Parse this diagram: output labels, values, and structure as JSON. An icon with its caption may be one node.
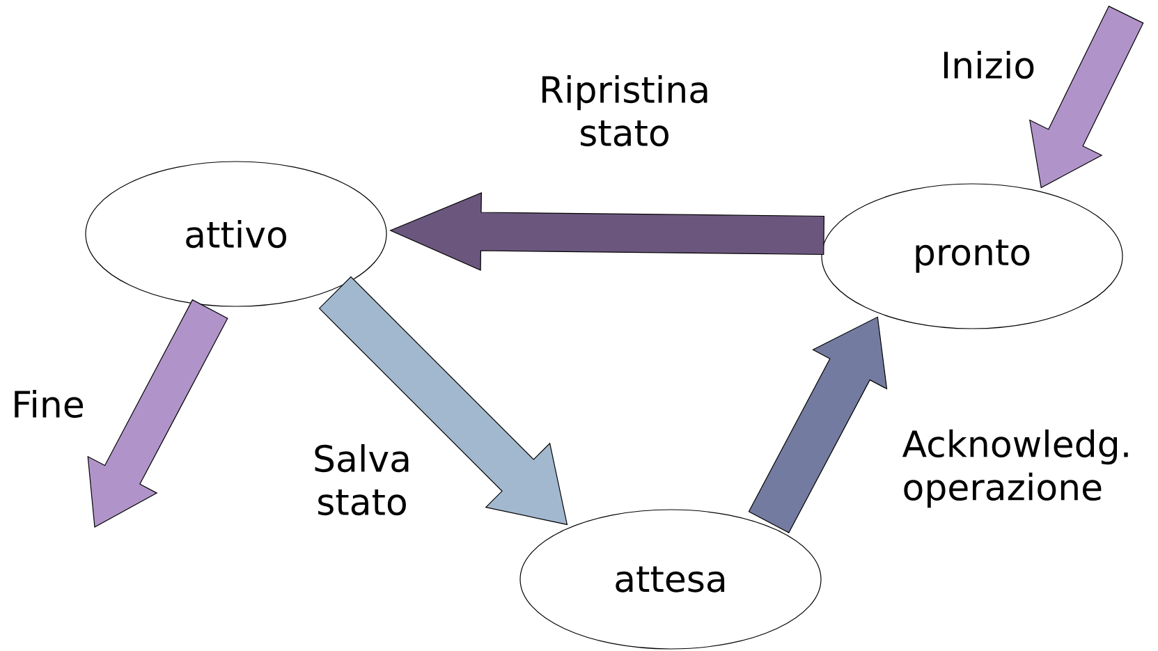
{
  "diagram": {
    "nodes": [
      {
        "text": [
          "attivo"
        ]
      },
      {
        "text": [
          "pronto"
        ]
      },
      {
        "text": [
          "attesa"
        ]
      }
    ],
    "edges": [
      {
        "from": null,
        "to": 1,
        "arrow": "to",
        "label": "Inizio",
        "color": "#b094c9"
      },
      {
        "from": 1,
        "to": 0,
        "arrow": "to",
        "label": "Ripristina stato",
        "color": "#6b577e"
      },
      {
        "from": 0,
        "to": null,
        "arrow": "to",
        "label": "Fine",
        "color": "#b094c9"
      },
      {
        "from": 0,
        "to": 2,
        "arrow": "to",
        "label": "Salva stato",
        "color": "#a2b8cf"
      },
      {
        "from": 2,
        "to": 1,
        "arrow": "to",
        "label": "Acknowledg. operazione",
        "color": "#737ba0"
      }
    ]
  }
}
